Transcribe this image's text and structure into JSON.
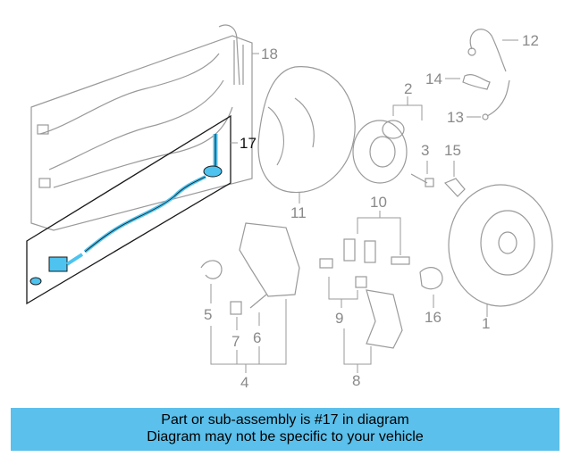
{
  "diagram": {
    "highlighted_part": "17",
    "colors": {
      "highlight": "#4ec3f0",
      "outline": "#9a9a9a",
      "banner": "#5bc0eb"
    },
    "callouts": [
      "18",
      "17",
      "12",
      "14",
      "13",
      "2",
      "3",
      "15",
      "11",
      "10",
      "5",
      "7",
      "6",
      "4",
      "9",
      "8",
      "16",
      "1"
    ]
  },
  "banner": {
    "line1": "Part or sub-assembly is #17 in diagram",
    "line2": "Diagram may not be specific to your vehicle"
  }
}
